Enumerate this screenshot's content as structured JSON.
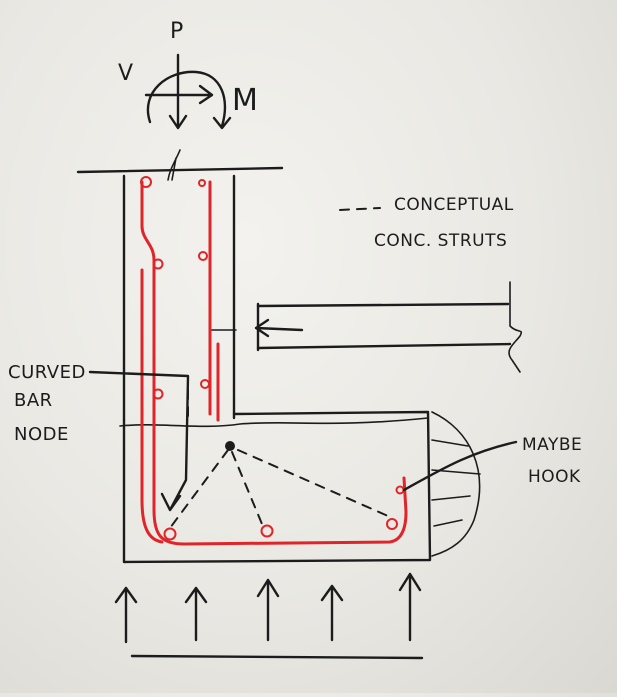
{
  "labels": {
    "load_p": "P",
    "load_v": "V",
    "load_m": "M",
    "legend_line1": "CONCEPTUAL",
    "legend_line2": "CONC. STRUTS",
    "curved_bar_line1": "CURVED",
    "curved_bar_line2": "BAR",
    "curved_bar_line3": "NODE",
    "maybe_hook_line1": "MAYBE",
    "maybe_hook_line2": "HOOK"
  },
  "colors": {
    "ink": "#1c1c1c",
    "rebar": "#e0252a",
    "paper": "#eceae5"
  }
}
